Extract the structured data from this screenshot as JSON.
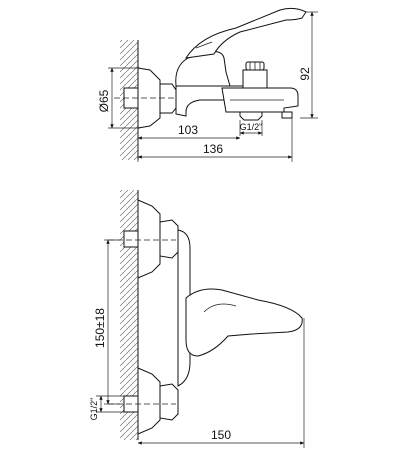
{
  "dimensions": {
    "height_total": "92",
    "diameter_flange": "Ø65",
    "spout_reach": "103",
    "thread_top": "G1/2\"",
    "overall_depth": "136",
    "centre_distance": "150±18",
    "thread_front": "G1/2\"",
    "overall_width": "150"
  }
}
